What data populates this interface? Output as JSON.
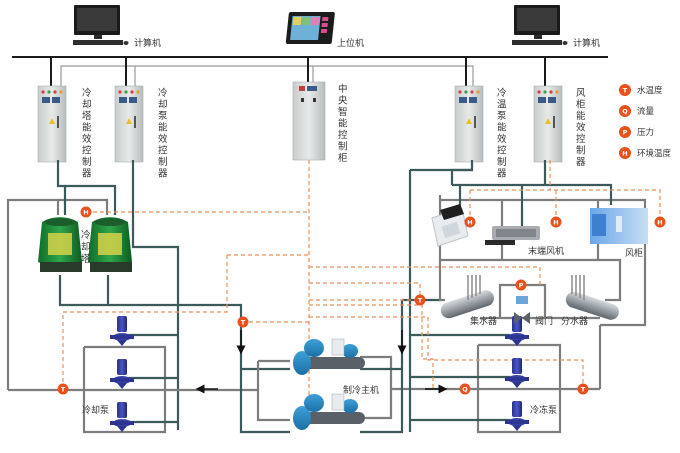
{
  "title": "中央空调智能节能控制系统示意图",
  "devices": {
    "computer_left": {
      "label": "计算机"
    },
    "computer_right": {
      "label": "计算机"
    },
    "hmi": {
      "label": "上位机"
    }
  },
  "cabinets": [
    {
      "id": "cooling-tower-controller",
      "label": "冷却塔能效控制器"
    },
    {
      "id": "cooling-pump-controller",
      "label": "冷却泵能效控制器"
    },
    {
      "id": "central-controller",
      "label": "中央智能控制柜"
    },
    {
      "id": "chilled-pump-controller",
      "label": "冷温泵能效控制器"
    },
    {
      "id": "ahu-controller",
      "label": "风柜能效控制器"
    }
  ],
  "equipment": {
    "cooling_tower": "冷却塔",
    "cooling_pump": "冷却泵",
    "chiller": "制冷主机",
    "chilled_pump": "冷冻泵",
    "collector": "集水器",
    "valve": "阀门",
    "distributor": "分水器",
    "fan_coil": "末端风机",
    "ahu": "风柜"
  },
  "legend": [
    {
      "symbol": "T",
      "label": "水温度",
      "color": "#e8501c"
    },
    {
      "symbol": "Q",
      "label": "流量",
      "color": "#e8501c"
    },
    {
      "symbol": "P",
      "label": "压力",
      "color": "#e8501c"
    },
    {
      "symbol": "H",
      "label": "环境温度",
      "color": "#e8501c"
    }
  ],
  "colors": {
    "bus": "#1a1a1a",
    "pipe": "#7d7d7d",
    "pipe_dark": "#3d5a5a",
    "signal": "#e8915a",
    "sensor": "#e8501c"
  }
}
